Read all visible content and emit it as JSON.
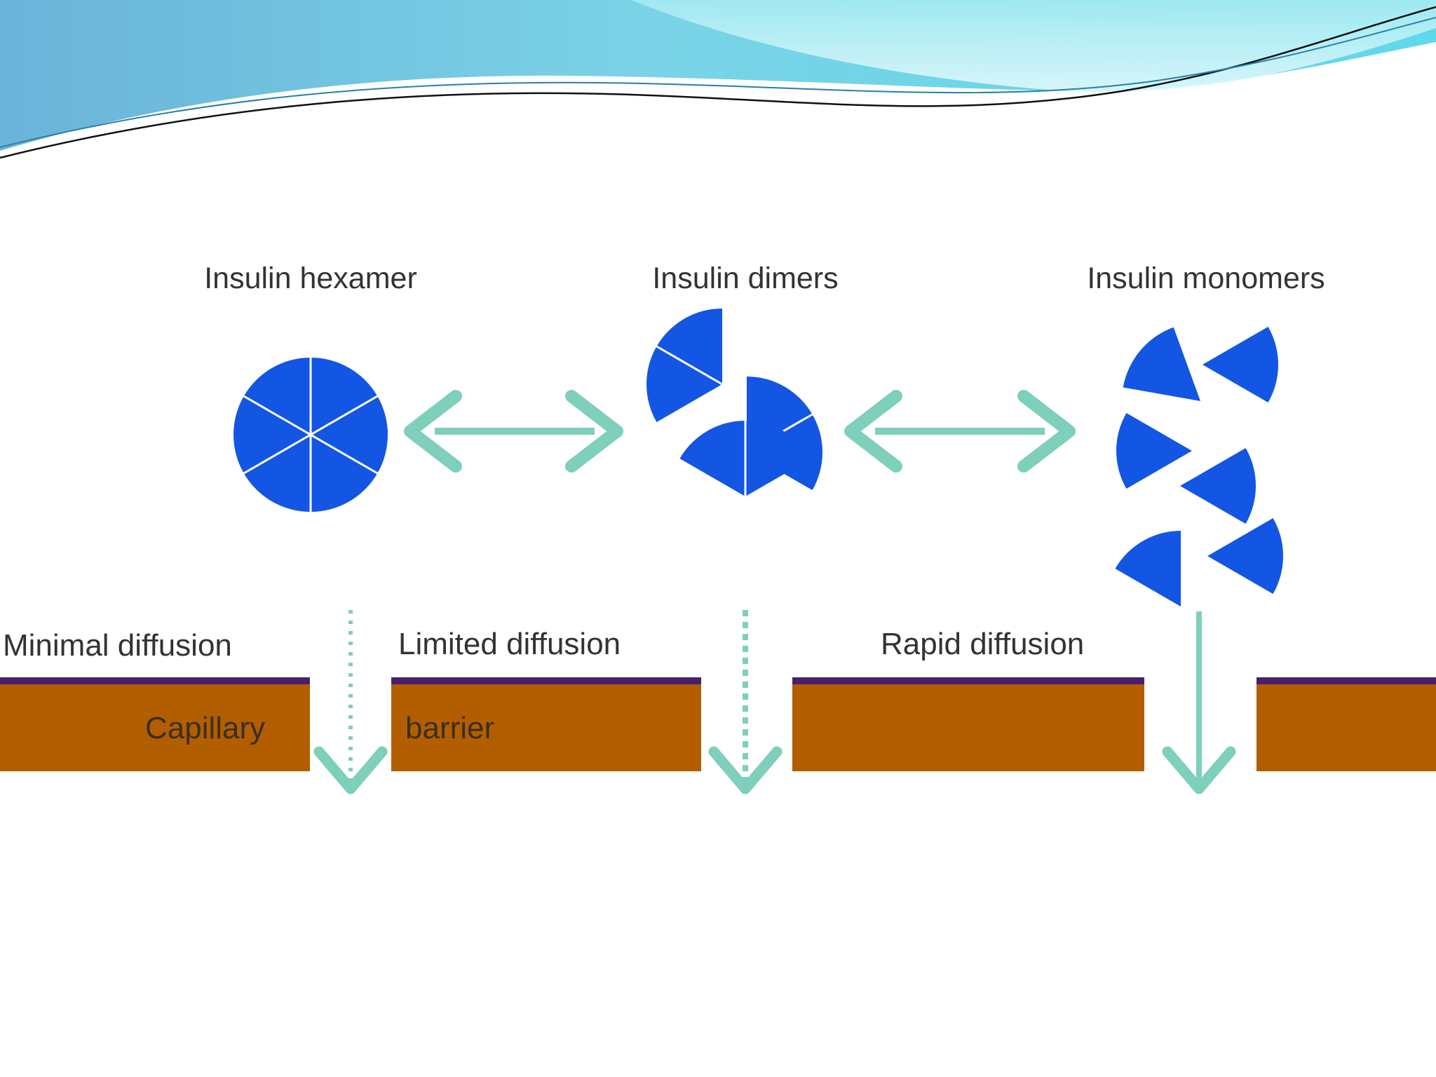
{
  "colors": {
    "molecule": "#1356e3",
    "arrow": "#7ecfbb",
    "barrier": "#b25e00",
    "barrier_edge": "#4a1f6a",
    "header_cyan": "#5fd9ea",
    "header_blue": "#6ab3d9"
  },
  "labels": {
    "hexamer": "Insulin hexamer",
    "dimers": "Insulin dimers",
    "monomers": "Insulin monomers",
    "minimal": "Minimal diffusion",
    "limited": "Limited diffusion",
    "rapid": "Rapid diffusion",
    "capillary": "Capillary",
    "barrier": "barrier"
  }
}
